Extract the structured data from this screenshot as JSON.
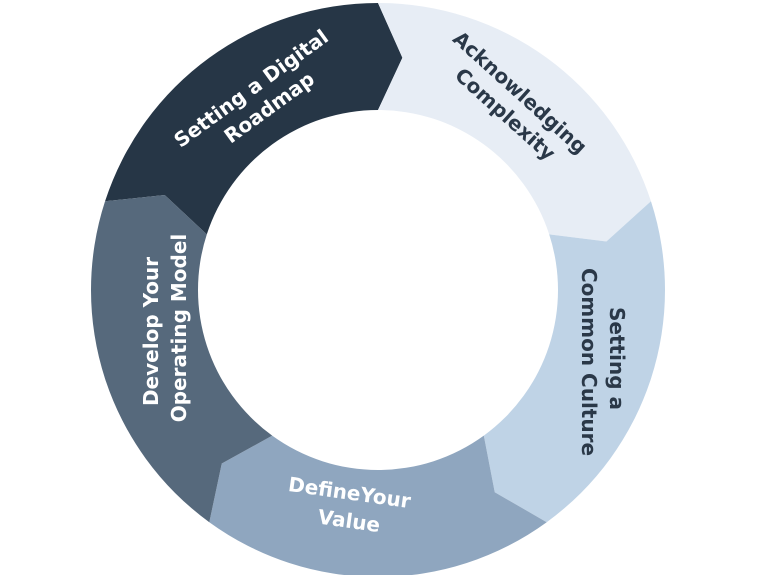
{
  "diagram": {
    "segments": [
      {
        "id": "roadmap",
        "lines": [
          "Setting a Digital",
          "Roadmap"
        ],
        "fill": "#263646",
        "text_color": "#ffffff"
      },
      {
        "id": "complexity",
        "lines": [
          "Acknowledging",
          "Complexity"
        ],
        "fill": "#e7edf5",
        "text_color": "#2a3848"
      },
      {
        "id": "culture",
        "lines": [
          "Setting a",
          "Common Culture"
        ],
        "fill": "#bfd3e6",
        "text_color": "#2a3848"
      },
      {
        "id": "value",
        "lines": [
          "DefineYour",
          "Value"
        ],
        "fill": "#8fa6bf",
        "text_color": "#ffffff"
      },
      {
        "id": "operating",
        "lines": [
          "Develop Your",
          "Operating Model"
        ],
        "fill": "#56697c",
        "text_color": "#ffffff"
      }
    ]
  }
}
